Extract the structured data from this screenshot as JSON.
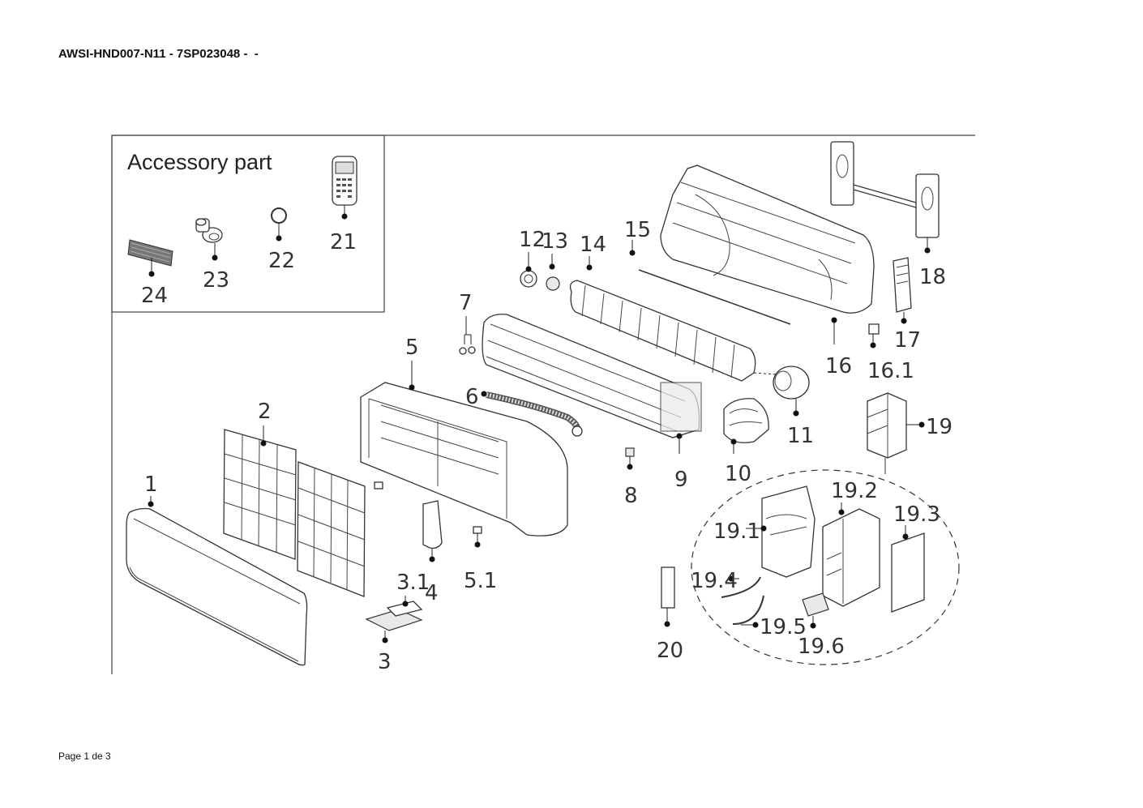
{
  "document": {
    "title": "AWSI-HND007-N11 - 7SP023048 -  -",
    "footer": "Page 1 de 3"
  },
  "accessory_box": {
    "title": "Accessory part"
  },
  "callouts": {
    "c1": "1",
    "c2": "2",
    "c3": "3",
    "c3_1": "3.1",
    "c4": "4",
    "c5": "5",
    "c5_1": "5.1",
    "c6": "6",
    "c7": "7",
    "c8": "8",
    "c9": "9",
    "c10": "10",
    "c11": "11",
    "c12": "12",
    "c13": "13",
    "c14": "14",
    "c15": "15",
    "c16": "16",
    "c16_1": "16.1",
    "c17": "17",
    "c18": "18",
    "c19": "19",
    "c19_1": "19.1",
    "c19_2": "19.2",
    "c19_3": "19.3",
    "c19_4": "19.4",
    "c19_5": "19.5",
    "c19_6": "19.6",
    "c20": "20",
    "c21": "21",
    "c22": "22",
    "c23": "23",
    "c24": "24"
  }
}
